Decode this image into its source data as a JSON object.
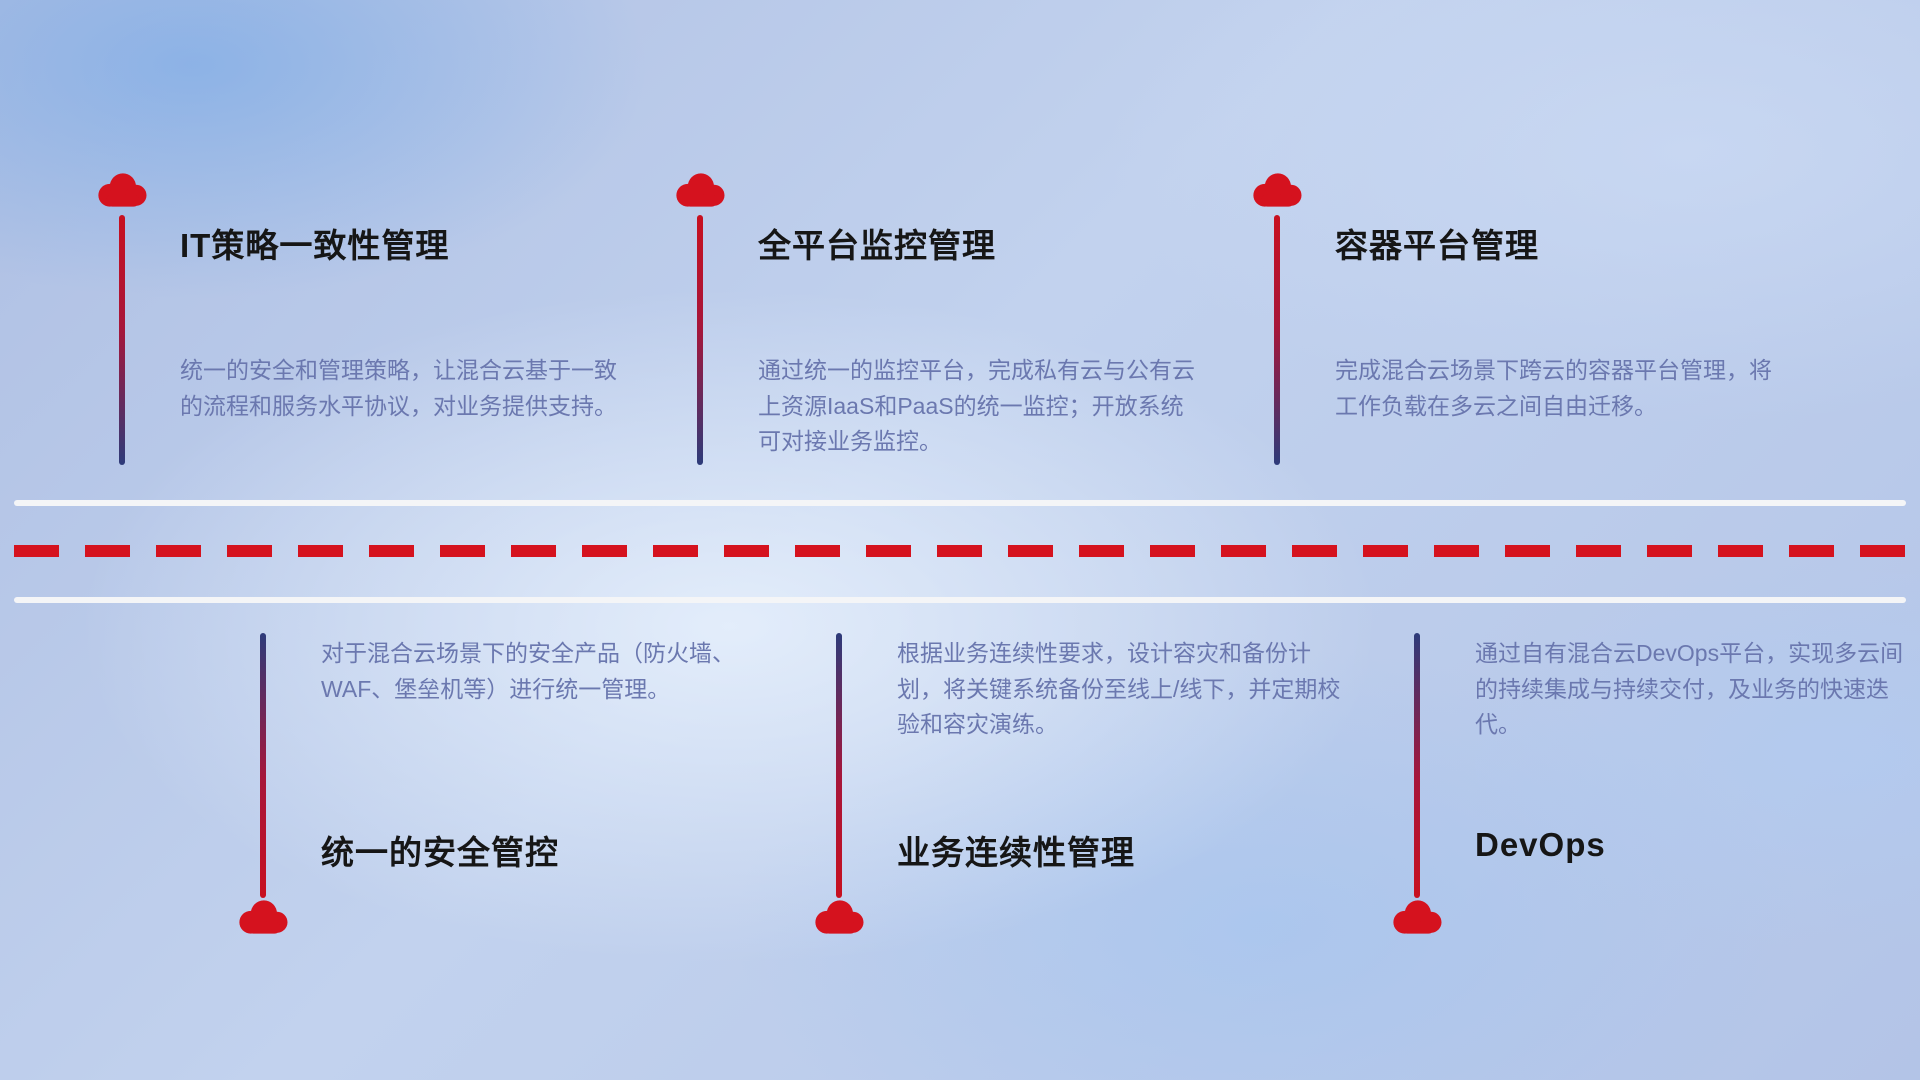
{
  "colors": {
    "cloud_red": "#d5121e",
    "dash_red": "#d5121e",
    "stem_navy": "#2d3b7a",
    "title_text": "#161616",
    "description_text": "#6b78af",
    "road_white": "#f4f5f7"
  },
  "top": [
    {
      "icon": "cloud-icon",
      "title": "IT策略一致性管理",
      "desc": "统一的安全和管理策略，让混合云基于一致的流程和服务水平协议，对业务提供支持。"
    },
    {
      "icon": "cloud-icon",
      "title": "全平台监控管理",
      "desc": "通过统一的监控平台，完成私有云与公有云上资源IaaS和PaaS的统一监控；开放系统可对接业务监控。"
    },
    {
      "icon": "cloud-icon",
      "title": "容器平台管理",
      "desc": "完成混合云场景下跨云的容器平台管理，将工作负载在多云之间自由迁移。"
    }
  ],
  "bottom": [
    {
      "icon": "cloud-icon",
      "title": "统一的安全管控",
      "desc": "对于混合云场景下的安全产品（防火墙、WAF、堡垒机等）进行统一管理。"
    },
    {
      "icon": "cloud-icon",
      "title": "业务连续性管理",
      "desc": "根据业务连续性要求，设计容灾和备份计划，将关键系统备份至线上/线下，并定期校验和容灾演练。"
    },
    {
      "icon": "cloud-icon",
      "title": "DevOps",
      "desc": "通过自有混合云DevOps平台，实现多云间的持续集成与持续交付，及业务的快速迭代。"
    }
  ]
}
